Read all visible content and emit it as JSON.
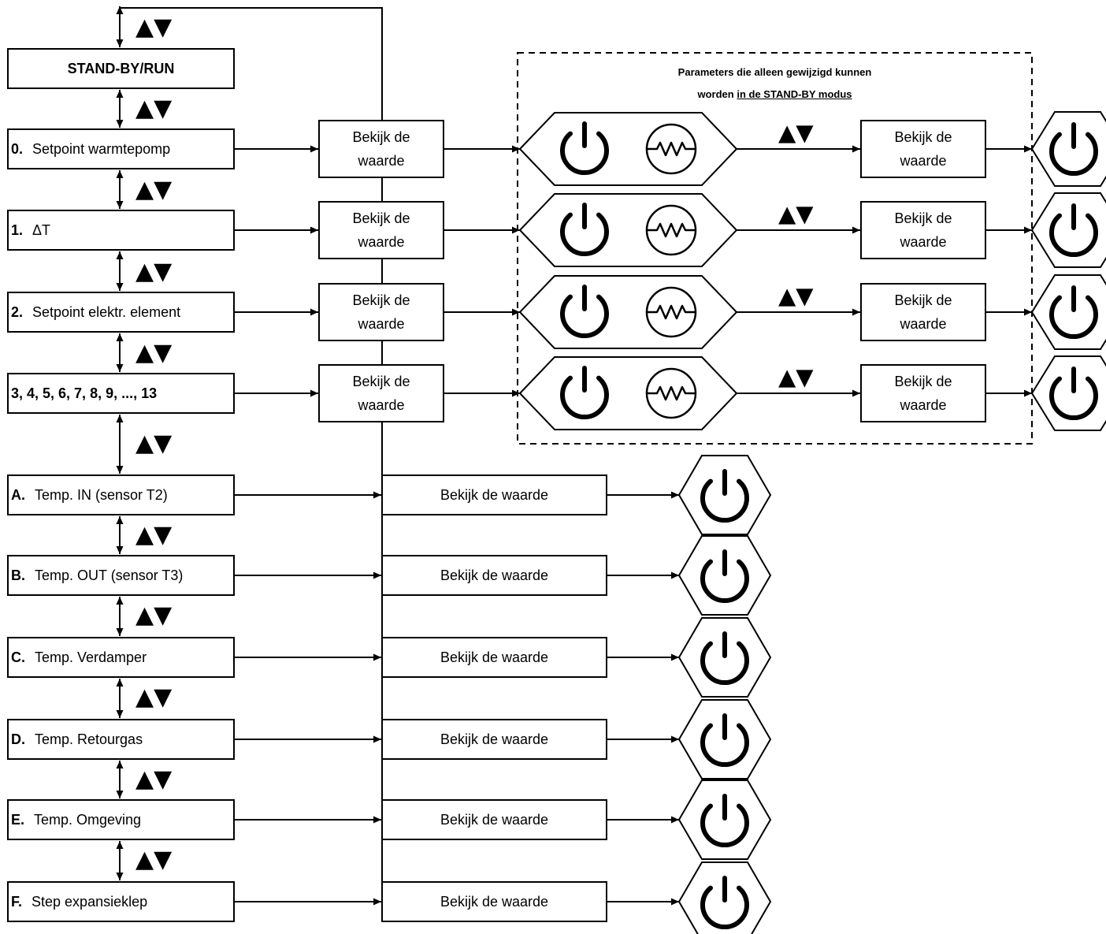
{
  "standby_box": "STAND-BY/RUN",
  "nav_arrows": "▲▼",
  "standby_note": {
    "line1": "Parameters die alleen gewijzigd kunnen",
    "line2_prefix": "worden",
    "line2_underlined": "in de STAND-BY modus"
  },
  "settable_parameters": [
    {
      "key": "0.",
      "label": "Setpoint warmtepomp",
      "view_label": "Bekijk de waarde",
      "confirm_view_label": "Bekijk de waarde"
    },
    {
      "key": "1.",
      "label": "ΔT",
      "view_label": "Bekijk de waarde",
      "confirm_view_label": "Bekijk de waarde"
    },
    {
      "key": "2.",
      "label": "Setpoint elektr. element",
      "view_label": "Bekijk de waarde",
      "confirm_view_label": "Bekijk de waarde"
    },
    {
      "key": "3, 4, 5, 6, 7, 8, 9, ..., 13",
      "view_label": "Bekijk de waarde",
      "confirm_view_label": "Bekijk de waarde"
    }
  ],
  "readout_parameters": [
    {
      "key": "A.",
      "label": "Temp. IN (sensor T2)",
      "view_label": "Bekijk de waarde"
    },
    {
      "key": "B.",
      "label": "Temp. OUT (sensor T3)",
      "view_label": "Bekijk de waarde"
    },
    {
      "key": "C.",
      "label": "Temp. Verdamper",
      "view_label": "Bekijk de waarde"
    },
    {
      "key": "D.",
      "label": "Temp. Retourgas",
      "view_label": "Bekijk de waarde"
    },
    {
      "key": "E.",
      "label": "Temp. Omgeving",
      "view_label": "Bekijk de waarde"
    },
    {
      "key": "F.",
      "label": "Step expansieklep",
      "view_label": "Bekijk de waarde"
    }
  ],
  "icons": {
    "confirm": "power-icon",
    "heater": "resistor-icon"
  }
}
